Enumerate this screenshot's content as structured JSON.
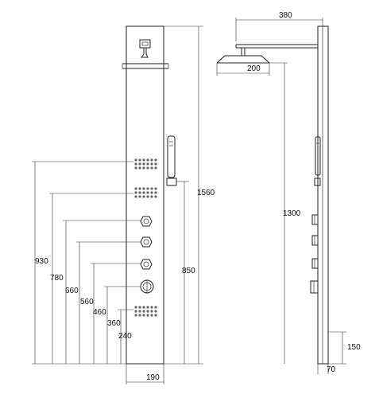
{
  "title": "",
  "front_view": {
    "panel_height_label": "1560",
    "total_control_height_label": "850",
    "width_label": "190",
    "outlet_height_labels": [
      "930",
      "780",
      "660",
      "560",
      "460",
      "360",
      "240"
    ]
  },
  "side_view": {
    "arm_length_label": "380",
    "head_diameter_label": "200",
    "head_height_label": "1300",
    "bottom_outlet_label": "150",
    "depth_label": "70"
  },
  "colors": {
    "line": "#222222",
    "background": "#ffffff"
  }
}
